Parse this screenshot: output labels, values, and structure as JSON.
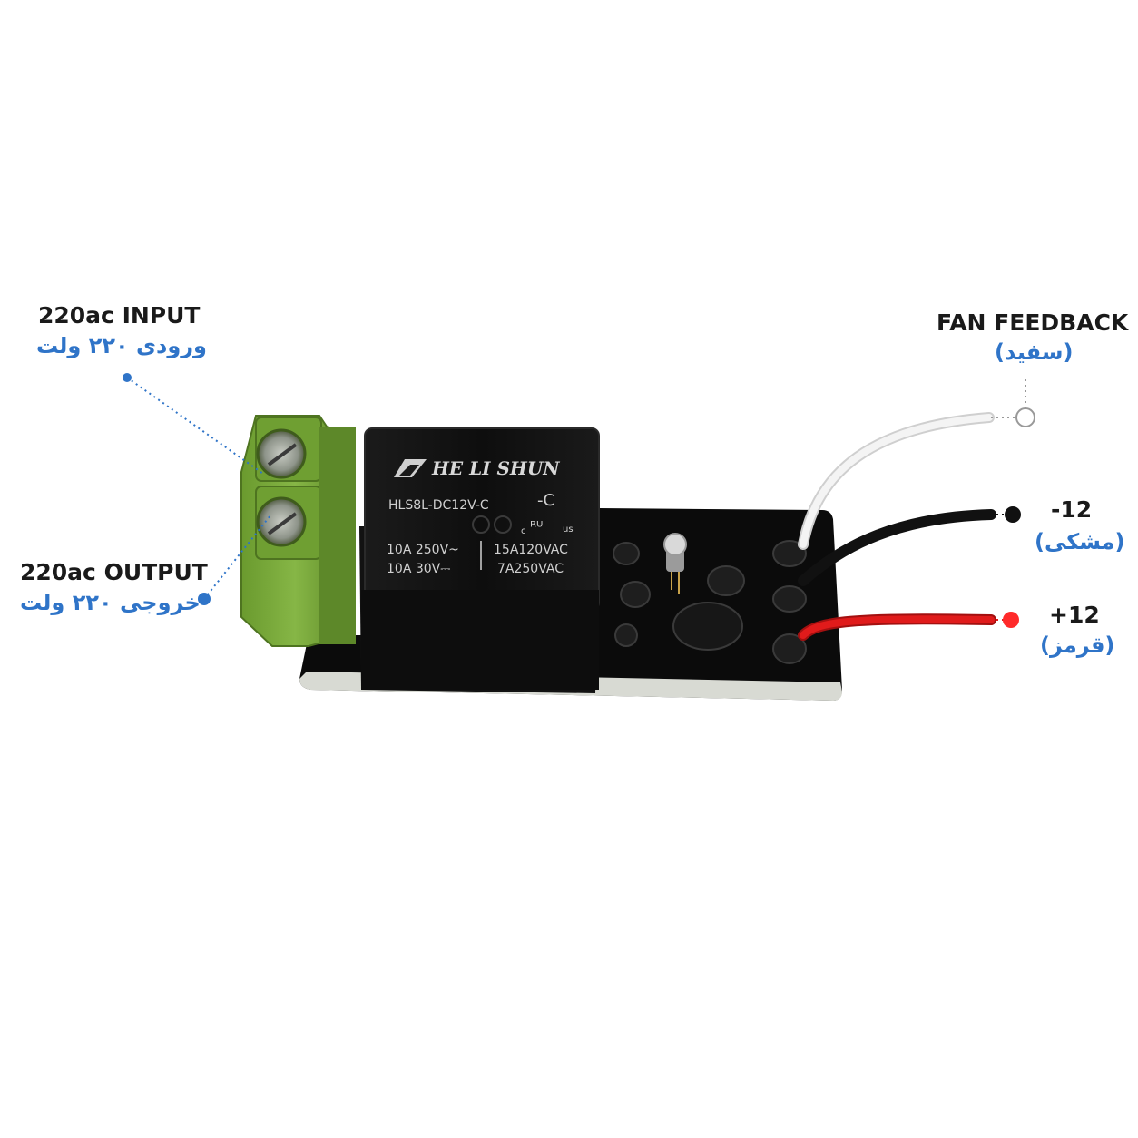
{
  "labels": {
    "input_en": "220ac  INPUT",
    "input_fa": "ورودی ۲۲۰ ولت",
    "output_en": "220ac OUTPUT",
    "output_fa": "خروجی ۲۲۰ ولت",
    "feedback_en": "FAN FEEDBACK",
    "feedback_fa": "(سفید)",
    "neg_en": "-12",
    "neg_fa": "(مشکی)",
    "pos_en": "+12",
    "pos_fa": "(قرمز)"
  },
  "relay": {
    "brand": "HE LI SHUN",
    "model": "HLS8L-DC12V-C",
    "model_suffix": "-C",
    "cert": "c",
    "cert_ul": "ᴿᵁ",
    "cert_us": "us",
    "rating_left_1": "10A 250V~",
    "rating_left_2": "10A  30V⎓",
    "rating_right_1": "15A120VAC",
    "rating_right_2": "7A250VAC"
  },
  "colors": {
    "accent_blue": "#2f74c8",
    "wire_white": "#f2f2f2",
    "wire_black": "#111111",
    "wire_red": "#e01b1b",
    "terminal_green": "#7aa83a",
    "pcb_black": "#0b0b0b"
  }
}
